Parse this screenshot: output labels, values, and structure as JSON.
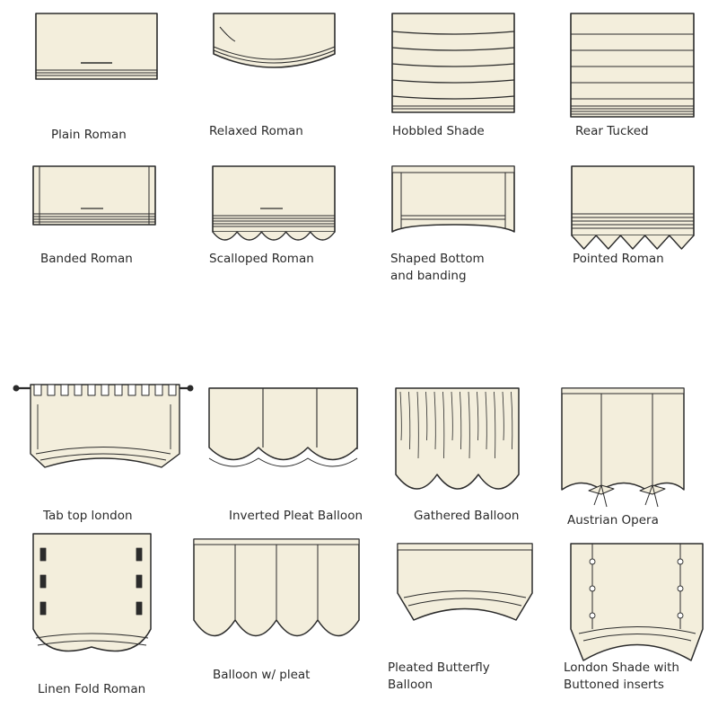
{
  "colors": {
    "fabric": "#f3eedc",
    "line": "#2b2b2b"
  },
  "shades": [
    {
      "id": "plain-roman",
      "label": "Plain Roman"
    },
    {
      "id": "relaxed-roman",
      "label": "Relaxed Roman"
    },
    {
      "id": "hobbled-shade",
      "label": "Hobbled Shade"
    },
    {
      "id": "rear-tucked",
      "label": "Rear Tucked"
    },
    {
      "id": "banded-roman",
      "label": "Banded Roman"
    },
    {
      "id": "scalloped-roman",
      "label": "Scalloped Roman"
    },
    {
      "id": "shaped-bottom-banding",
      "label": "Shaped Bottom",
      "label2": "and banding"
    },
    {
      "id": "pointed-roman",
      "label": "Pointed Roman"
    },
    {
      "id": "tab-top-london",
      "label": "Tab top london"
    },
    {
      "id": "inverted-pleat-balloon",
      "label": "Inverted Pleat Balloon"
    },
    {
      "id": "gathered-balloon",
      "label": "Gathered Balloon"
    },
    {
      "id": "austrian-opera",
      "label": "Austrian Opera"
    },
    {
      "id": "linen-fold-roman",
      "label": "Linen Fold Roman"
    },
    {
      "id": "balloon-pleat",
      "label": "Balloon w/ pleat"
    },
    {
      "id": "pleated-butterfly-balloon",
      "label": "Pleated Butterfly",
      "label2": "Balloon"
    },
    {
      "id": "london-shade-buttoned",
      "label": "London Shade with",
      "label2": "Buttoned inserts"
    }
  ]
}
